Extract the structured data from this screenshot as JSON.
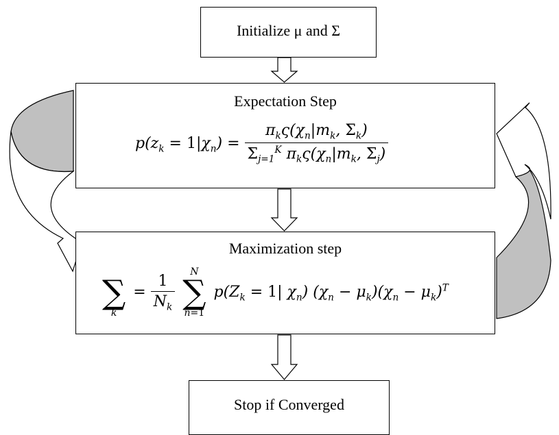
{
  "boxes": {
    "init": {
      "title": "Initialize μ and Σ"
    },
    "expectation": {
      "title": "Expectation Step"
    },
    "maximization": {
      "title": "Maximization step"
    },
    "stop": {
      "title": "Stop if Converged"
    }
  },
  "equations": {
    "expectation": {
      "lhs": "p(z_k = 1|χ_n) =",
      "numerator": "π_k ς(χ_n|m_k, Σ_k)",
      "denominator": "Σ_{j=1}^K π_k ς(χ_n|m_k, Σ_j)"
    },
    "maximization": {
      "sum_symbol": "Σ",
      "sum_lower": "k",
      "frac_num": "1",
      "frac_den": "N_k",
      "sum2_upper": "N",
      "sum2_lower": "n=1",
      "rhs": "p(Z_k = 1| χ_n) (χ_n − μ_k)(χ_n − μ_k)^T"
    }
  },
  "colors": {
    "loop_arrow_fill": "#c0c0c0",
    "stroke": "#000000"
  }
}
